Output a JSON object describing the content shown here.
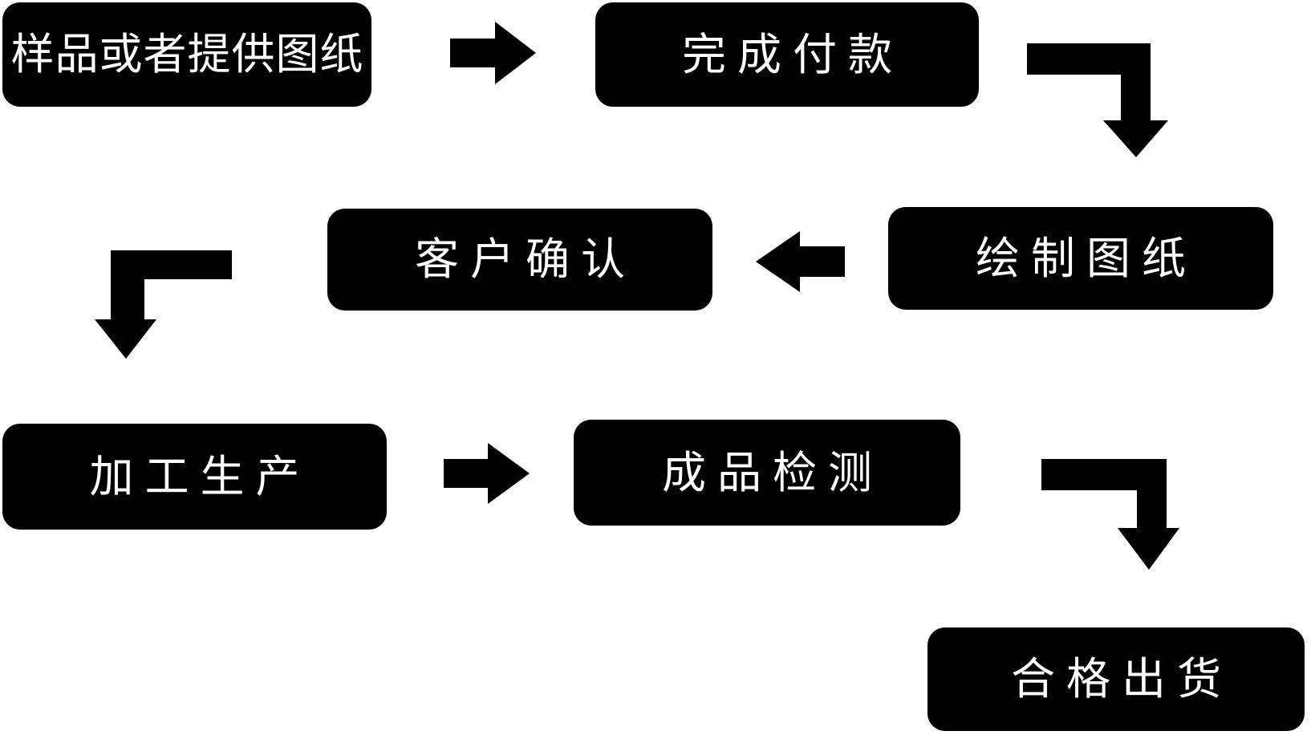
{
  "diagram": {
    "colors": {
      "background": "#ffffff",
      "node_fill": "#000000",
      "node_text": "#ffffff",
      "arrow": "#000000"
    },
    "nodes": [
      {
        "label": "样品或者提供图纸"
      },
      {
        "label": "完成付款"
      },
      {
        "label": "绘制图纸"
      },
      {
        "label": "客户确认"
      },
      {
        "label": "加工生产"
      },
      {
        "label": "成品检测"
      },
      {
        "label": "合格出货"
      }
    ],
    "connections": [
      {
        "from": "样品或者提供图纸",
        "to": "完成付款",
        "shape": "straight-right"
      },
      {
        "from": "完成付款",
        "to": "绘制图纸",
        "shape": "elbow-right-down"
      },
      {
        "from": "绘制图纸",
        "to": "客户确认",
        "shape": "straight-left"
      },
      {
        "from": "客户确认",
        "to": "加工生产",
        "shape": "elbow-left-down"
      },
      {
        "from": "加工生产",
        "to": "成品检测",
        "shape": "straight-right"
      },
      {
        "from": "成品检测",
        "to": "合格出货",
        "shape": "elbow-right-down"
      }
    ]
  }
}
